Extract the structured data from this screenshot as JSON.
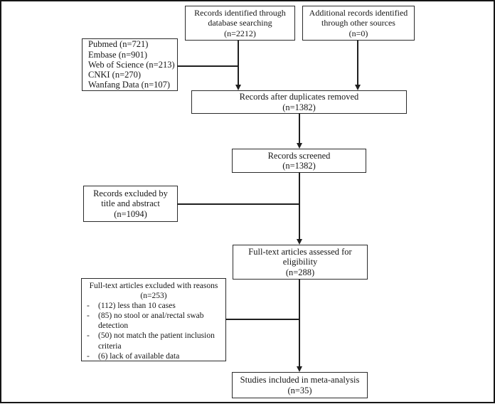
{
  "colors": {
    "ink": "#161616",
    "box_border": "#2b2b2b",
    "background": "#ffffff"
  },
  "flow": {
    "db_search": {
      "lines": [
        "Records identified through",
        "database searching",
        "(n=2212)"
      ]
    },
    "other_sources": {
      "lines": [
        "Additional records identified",
        "through other sources",
        "(n=0)"
      ]
    },
    "databases": {
      "lines": [
        "Pubmed (n=721)",
        "Embase (n=901)",
        "Web of Science (n=213)",
        "CNKI (n=270)",
        "Wanfang Data (n=107)"
      ]
    },
    "duplicates_removed": {
      "lines": [
        "Records after duplicates removed",
        "(n=1382)"
      ]
    },
    "records_screened": {
      "lines": [
        "Records screened",
        "(n=1382)"
      ]
    },
    "records_excluded": {
      "lines": [
        "Records excluded by",
        "title and abstract",
        "(n=1094)"
      ]
    },
    "fulltext_assessed": {
      "lines": [
        "Full-text articles assessed for",
        "eligibility",
        "(n=288)"
      ]
    },
    "fulltext_excluded": {
      "header": [
        "Full-text articles excluded with reasons",
        "(n=253)"
      ],
      "bullet": "-",
      "reasons": [
        "(112) less than 10 cases",
        "(85) no stool or anal/rectal swab detection",
        "(50) not match the patient inclusion criteria",
        "(6) lack of available data"
      ]
    },
    "studies_included": {
      "lines": [
        "Studies included in meta-analysis",
        "(n=35)"
      ]
    }
  }
}
